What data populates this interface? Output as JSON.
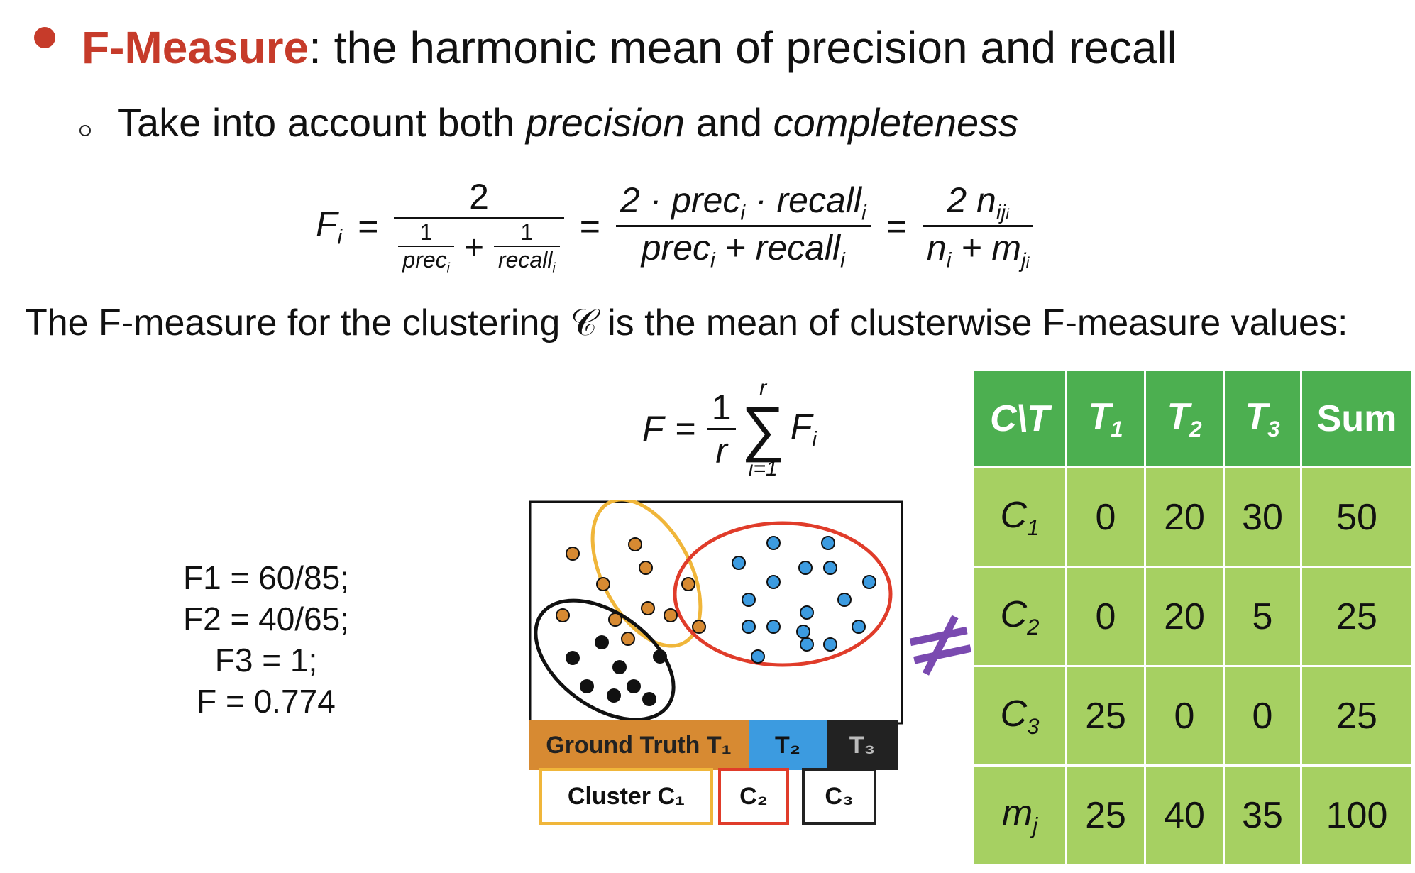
{
  "bullet1": {
    "term": "F-Measure",
    "rest": ": the harmonic mean of precision and recall"
  },
  "bullet2": {
    "prefix": "Take into account both ",
    "word1": "precision",
    "mid": " and ",
    "word2": "completeness"
  },
  "formula1": {
    "lhs": "F",
    "lhs_sub": "i",
    "eq": "=",
    "t1_num": "2",
    "t1_d1_num": "1",
    "t1_d1_den": "prec",
    "t1_d2_num": "1",
    "t1_d2_den": "recall",
    "plus": "+",
    "sub_i": "i",
    "t2_num_a": "2 · prec",
    "t2_num_b": " · recall",
    "t2_den_a": "prec",
    "t2_den_b": " + recall",
    "t3_num": "2 n",
    "t3_num_sub": "ij",
    "t3_num_subsub": "i",
    "t3_den_a": "n",
    "t3_den_b": " + m",
    "t3_den_sub": "j",
    "t3_den_subsub": "i"
  },
  "line3": "The F-measure for the clustering 𝒞 is the mean of clusterwise F-measure values:",
  "formula2": {
    "lhs": "F",
    "eq": "=",
    "num": "1",
    "den": "r",
    "sum_top": "r",
    "sum_bottom": "i=1",
    "term": "F",
    "term_sub": "i"
  },
  "fvalues": [
    "F1 = 60/85;",
    "F2 = 40/65;",
    "F3 = 1;",
    "F = 0.774"
  ],
  "neq_symbol": "≠",
  "legend": {
    "gt_label": "Ground Truth T₁",
    "t2": "T₂",
    "t3": "T₃",
    "c1": "Cluster C₁",
    "c2": "C₂",
    "c3": "C₃"
  },
  "colors": {
    "accent": "#c63b2a",
    "orange": "#d78a32",
    "blue": "#3c9be0",
    "black": "#222222",
    "yellow": "#f0b63a",
    "red": "#e03c2a",
    "table_header": "#4caf50",
    "table_cell": "#a6d062",
    "neq": "#7a4ab0"
  },
  "table": {
    "headers": [
      "C\\T",
      "T",
      "T",
      "T",
      "Sum"
    ],
    "header_subs": [
      "",
      "1",
      "2",
      "3",
      ""
    ],
    "rows": [
      {
        "label": "C",
        "sub": "1",
        "cells": [
          "0",
          "20",
          "30",
          "50"
        ]
      },
      {
        "label": "C",
        "sub": "2",
        "cells": [
          "0",
          "20",
          "5",
          "25"
        ]
      },
      {
        "label": "C",
        "sub": "3",
        "cells": [
          "25",
          "0",
          "0",
          "25"
        ]
      },
      {
        "label": "m",
        "sub": "j",
        "cells": [
          "25",
          "40",
          "35",
          "100"
        ]
      }
    ]
  }
}
